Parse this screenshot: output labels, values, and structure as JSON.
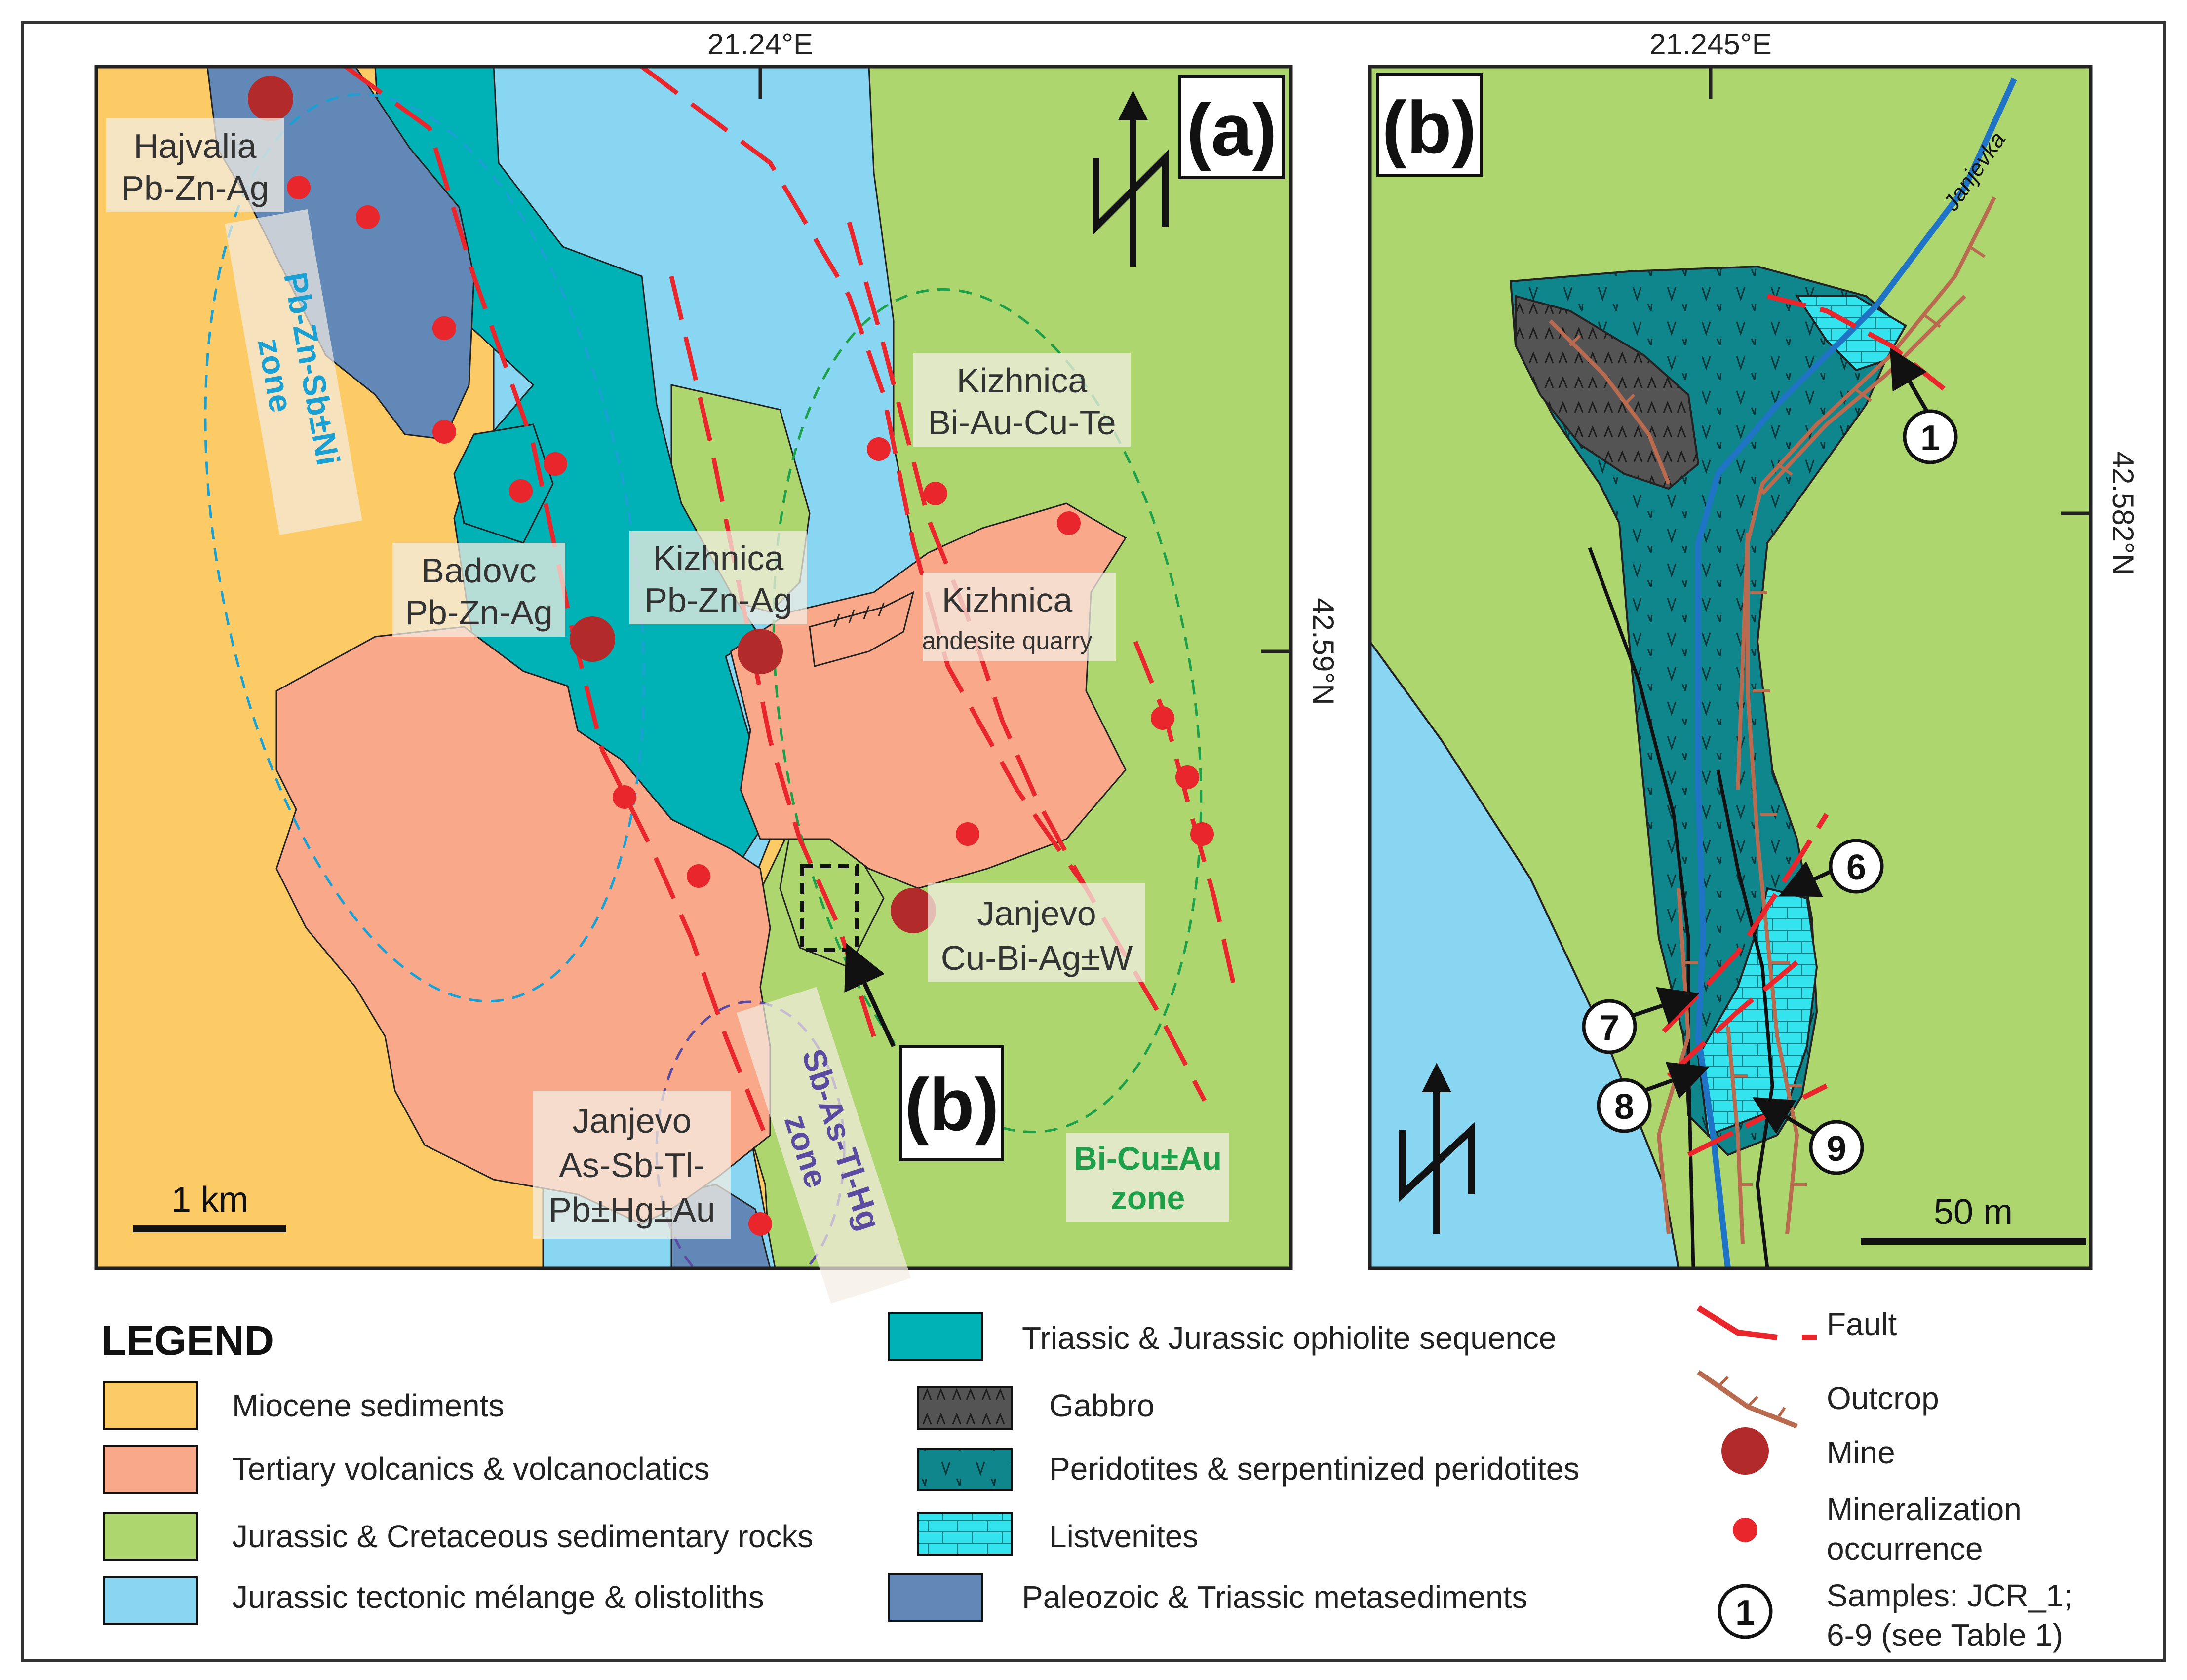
{
  "panel_a": {
    "label": "(a)",
    "coord_top": "21.24°E",
    "coord_right": "42.59°N",
    "scale_label": "1 km",
    "deposits": [
      {
        "lines": [
          "Hajvalia",
          "Pb-Zn-Ag"
        ]
      },
      {
        "lines": [
          "Badovc",
          "Pb-Zn-Ag"
        ]
      },
      {
        "lines": [
          "Kizhnica",
          "Pb-Zn-Ag"
        ]
      },
      {
        "lines": [
          "Kizhnica",
          "Bi-Au-Cu-Te"
        ]
      },
      {
        "lines": [
          "Kizhnica",
          "andesite quarry"
        ]
      },
      {
        "lines": [
          "Janjevo",
          "Cu-Bi-Ag±W"
        ]
      },
      {
        "lines": [
          "Janjevo",
          "As-Sb-Tl-",
          "Pb±Hg±Au"
        ]
      }
    ],
    "zones": {
      "pb_zn": [
        "Pb-Zn-Sb±Ni",
        "zone"
      ],
      "sb_as": [
        "Sb-As-Tl-Hg",
        "zone"
      ],
      "bi_cu": [
        "Bi-Cu±Au",
        "zone"
      ]
    },
    "inset_label": "(b)"
  },
  "panel_b": {
    "label": "(b)",
    "coord_top": "21.245°E",
    "coord_right": "42.582°N",
    "river_label": "Janjevka",
    "scale_label": "50 m",
    "samples": [
      "1",
      "6",
      "7",
      "8",
      "9"
    ]
  },
  "legend": {
    "title": "LEGEND",
    "units": [
      {
        "label": "Miocene sediments",
        "color": "#fccb66"
      },
      {
        "label": "Tertiary volcanics & volcanoclatics",
        "color": "#f9a98a"
      },
      {
        "label": "Jurassic & Cretaceous sedimentary rocks",
        "color": "#add66f"
      },
      {
        "label": "Jurassic tectonic mélange & olistoliths",
        "color": "#88d6f2"
      },
      {
        "label": "Triassic & Jurassic ophiolite sequence",
        "color": "#00b1b6"
      },
      {
        "label": "Gabbro",
        "color": "#545454"
      },
      {
        "label": "Peridotites & serpentinized peridotites",
        "color": "#0f858c"
      },
      {
        "label": "Listvenites",
        "color": "#33e3ee"
      },
      {
        "label": "Paleozoic & Triassic metasediments",
        "color": "#6188b6"
      }
    ],
    "symbols": {
      "fault": "Fault",
      "outcrop": "Outcrop",
      "mine": "Mine",
      "mineralization": [
        "Mineralization",
        "occurrence"
      ],
      "sample_marker": "1",
      "samples": [
        "Samples: JCR_1;",
        "6-9 (see Table 1)"
      ]
    }
  },
  "colors": {
    "fault": "#e8262b",
    "mine": "#b22a2a",
    "occurrence": "#e8262b",
    "pb_zone": "#1aa0d2",
    "sb_zone": "#5a4ba0",
    "bi_zone": "#1ea04a",
    "river": "#1f74c6",
    "outcrop": "#b86b4f"
  }
}
